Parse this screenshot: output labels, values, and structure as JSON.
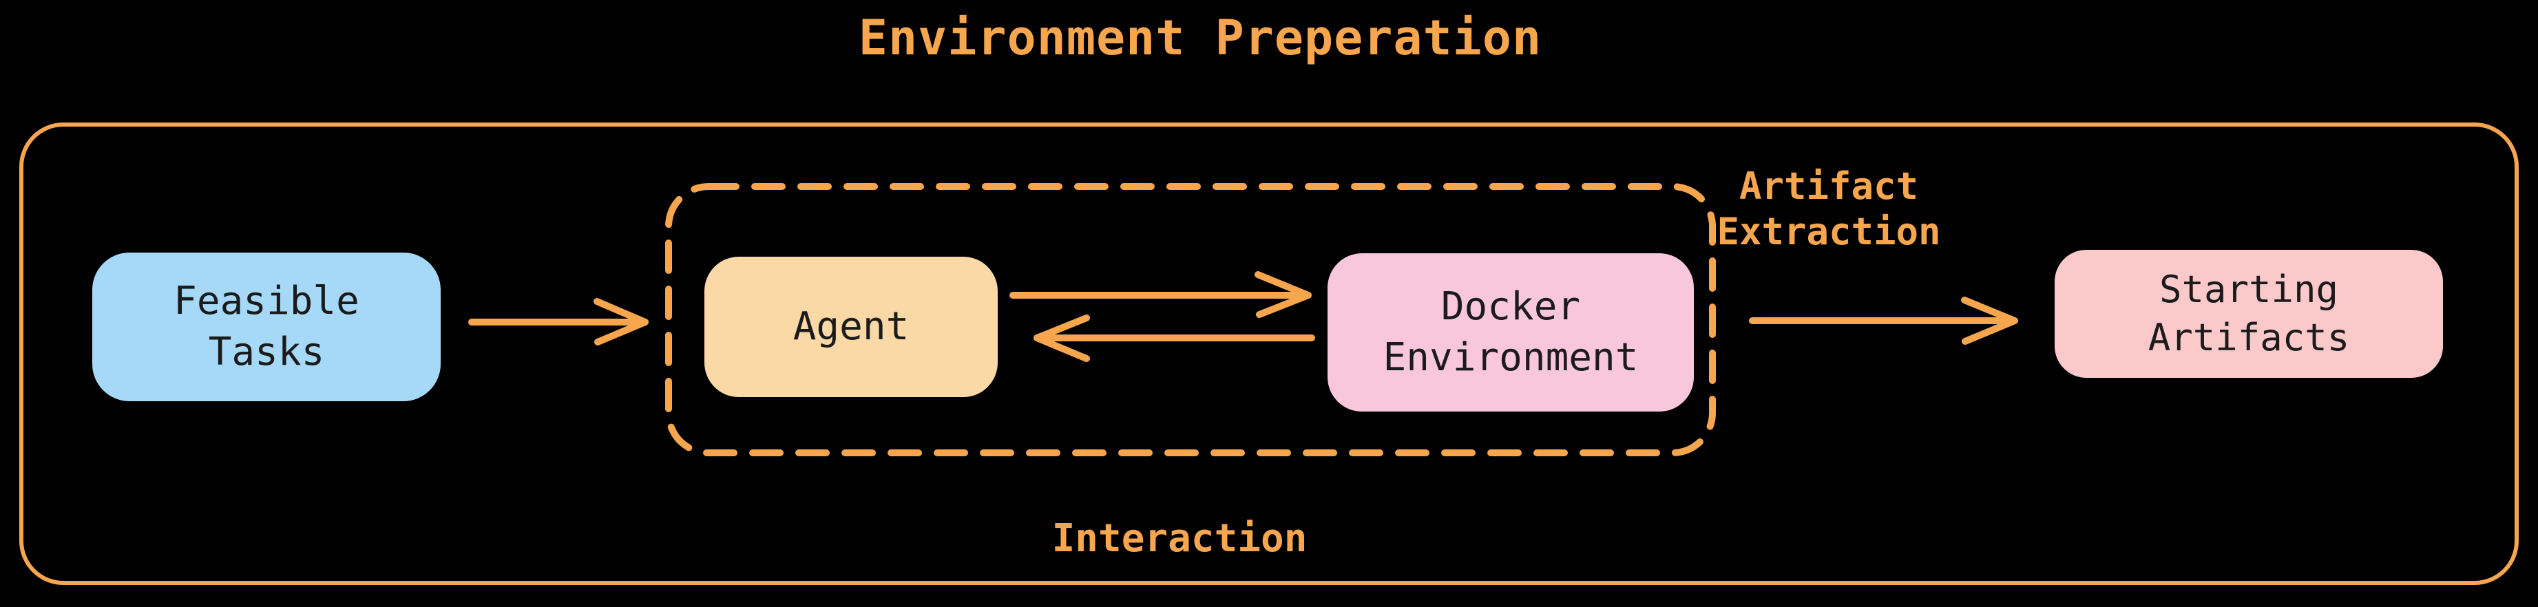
{
  "title": "Environment Preperation",
  "boxes": {
    "feasible": {
      "line1": "Feasible",
      "line2": "Tasks"
    },
    "agent": {
      "line1": "Agent"
    },
    "docker": {
      "line1": "Docker",
      "line2": "Environment"
    },
    "starting": {
      "line1": "Starting",
      "line2": "Artifacts"
    }
  },
  "labels": {
    "interaction": "Interaction",
    "artifact_line1": "Artifact",
    "artifact_line2": "Extraction"
  },
  "colors": {
    "canvas-bg": "#000000",
    "accent": "#F7A64D",
    "box-feasible": "#A6D8F8",
    "box-agent": "#FAD9A6",
    "box-docker": "#F9C7DB",
    "box-starting": "#FBC9CA",
    "box-text": "#1B1B1B"
  }
}
